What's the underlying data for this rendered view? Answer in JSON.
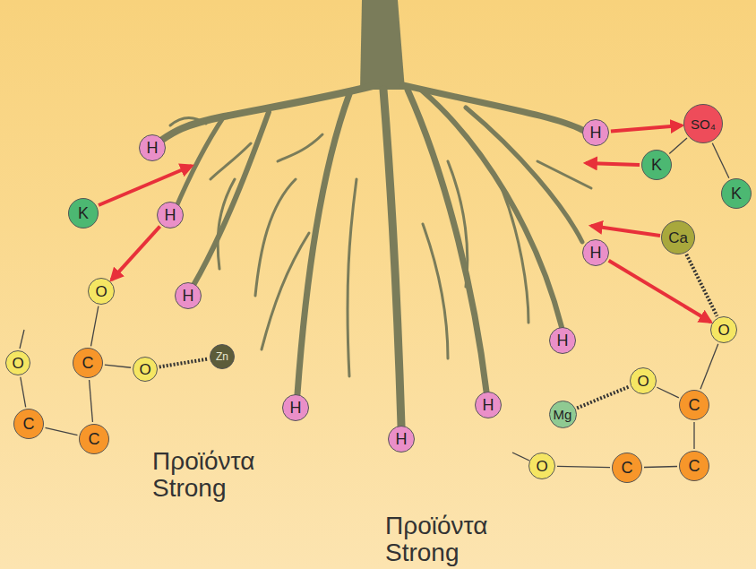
{
  "diagram": {
    "nodes": [
      {
        "text": [
          "H"
        ]
      },
      {
        "text": [
          "K"
        ]
      },
      {
        "text": [
          "H"
        ]
      },
      {
        "text": [
          "O"
        ]
      },
      {
        "text": [
          "H"
        ]
      },
      {
        "text": [
          "O"
        ]
      },
      {
        "text": [
          "C"
        ]
      },
      {
        "text": [
          "O"
        ]
      },
      {
        "text": [
          "Zn"
        ]
      },
      {
        "text": [
          "C"
        ]
      },
      {
        "text": [
          "C"
        ]
      },
      {
        "text": [
          "H"
        ]
      },
      {
        "text": [
          "SO₄"
        ]
      },
      {
        "text": [
          "K"
        ]
      },
      {
        "text": [
          "K"
        ]
      },
      {
        "text": [
          "Ca"
        ]
      },
      {
        "text": [
          "H"
        ]
      },
      {
        "text": [
          "H"
        ]
      },
      {
        "text": [
          "O"
        ]
      },
      {
        "text": [
          "O"
        ]
      },
      {
        "text": [
          "C"
        ]
      },
      {
        "text": [
          "Mg"
        ]
      },
      {
        "text": [
          "O"
        ]
      },
      {
        "text": [
          "C"
        ]
      },
      {
        "text": [
          "C"
        ]
      },
      {
        "text": [
          "H"
        ]
      },
      {
        "text": [
          "H"
        ]
      },
      {
        "text": [
          "H"
        ]
      }
    ],
    "edges": [
      {
        "from": 2,
        "to": 3,
        "arrow": "to"
      },
      {
        "from": 7,
        "to": 8,
        "arrow": "none"
      },
      {
        "from": 6,
        "to": 7,
        "arrow": "none"
      },
      {
        "from": 6,
        "to": 3,
        "arrow": "none"
      },
      {
        "from": 5,
        "to": 9,
        "arrow": "none"
      },
      {
        "from": 9,
        "to": 10,
        "arrow": "none"
      },
      {
        "from": 10,
        "to": 6,
        "arrow": "none"
      },
      {
        "from": 11,
        "to": 12,
        "arrow": "to"
      },
      {
        "from": 12,
        "to": 13,
        "arrow": "none"
      },
      {
        "from": 12,
        "to": 14,
        "arrow": "none"
      },
      {
        "from": 16,
        "to": 18,
        "arrow": "to"
      },
      {
        "from": 15,
        "to": 18,
        "arrow": "none"
      },
      {
        "from": 18,
        "to": 20,
        "arrow": "none"
      },
      {
        "from": 19,
        "to": 20,
        "arrow": "none"
      },
      {
        "from": 21,
        "to": 19,
        "arrow": "none"
      },
      {
        "from": 20,
        "to": 24,
        "arrow": "none"
      },
      {
        "from": 23,
        "to": 24,
        "arrow": "none"
      },
      {
        "from": 22,
        "to": 23,
        "arrow": "none"
      }
    ],
    "labels": [
      "Προϊόντα Strong",
      "Προϊόντα Strong"
    ]
  }
}
